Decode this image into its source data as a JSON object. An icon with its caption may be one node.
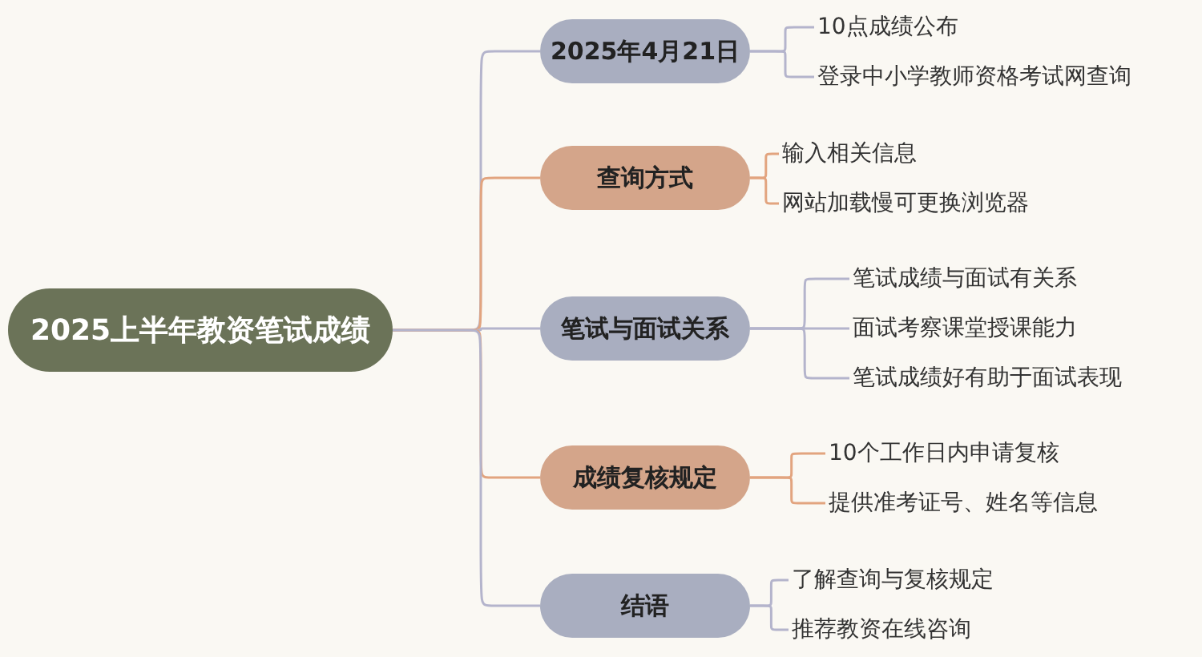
{
  "diagram": {
    "nodes": [
      {
        "text": [
          "2025上半年教资笔试成绩"
        ]
      },
      {
        "text": [
          "2025年4月21日"
        ]
      },
      {
        "text": [
          "10点成绩公布"
        ]
      },
      {
        "text": [
          "登录中小学教师资格考试网查询"
        ]
      },
      {
        "text": [
          "查询方式"
        ]
      },
      {
        "text": [
          "输入相关信息"
        ]
      },
      {
        "text": [
          "网站加载慢可更换浏览器"
        ]
      },
      {
        "text": [
          "笔试与面试关系"
        ]
      },
      {
        "text": [
          "笔试成绩与面试有关系"
        ]
      },
      {
        "text": [
          "面试考察课堂授课能力"
        ]
      },
      {
        "text": [
          "笔试成绩好有助于面试表现"
        ]
      },
      {
        "text": [
          "成绩复核规定"
        ]
      },
      {
        "text": [
          "10个工作日内申请复核"
        ]
      },
      {
        "text": [
          "提供准考证号、姓名等信息"
        ]
      },
      {
        "text": [
          "结语"
        ]
      },
      {
        "text": [
          "了解查询与复核规定"
        ]
      },
      {
        "text": [
          "推荐教资在线咨询"
        ]
      }
    ],
    "edges": [
      {
        "from": 0,
        "to": 1,
        "arrow": "none"
      },
      {
        "from": 0,
        "to": 4,
        "arrow": "none",
        "color": "#e2a47f"
      },
      {
        "from": 0,
        "to": 7,
        "arrow": "none"
      },
      {
        "from": 0,
        "to": 11,
        "arrow": "none",
        "color": "#e2a47f"
      },
      {
        "from": 0,
        "to": 14,
        "arrow": "none"
      },
      {
        "from": 1,
        "to": 2,
        "arrow": "none"
      },
      {
        "from": 1,
        "to": 3,
        "arrow": "none"
      },
      {
        "from": 4,
        "to": 5,
        "arrow": "none",
        "color": "#e2a47f"
      },
      {
        "from": 4,
        "to": 6,
        "arrow": "none",
        "color": "#e2a47f"
      },
      {
        "from": 7,
        "to": 8,
        "arrow": "none"
      },
      {
        "from": 7,
        "to": 9,
        "arrow": "none"
      },
      {
        "from": 7,
        "to": 10,
        "arrow": "none"
      },
      {
        "from": 11,
        "to": 12,
        "arrow": "none",
        "color": "#e2a47f"
      },
      {
        "from": 11,
        "to": 13,
        "arrow": "none",
        "color": "#e2a47f"
      },
      {
        "from": 14,
        "to": 15,
        "arrow": "none"
      },
      {
        "from": 14,
        "to": 16,
        "arrow": "none"
      }
    ]
  }
}
